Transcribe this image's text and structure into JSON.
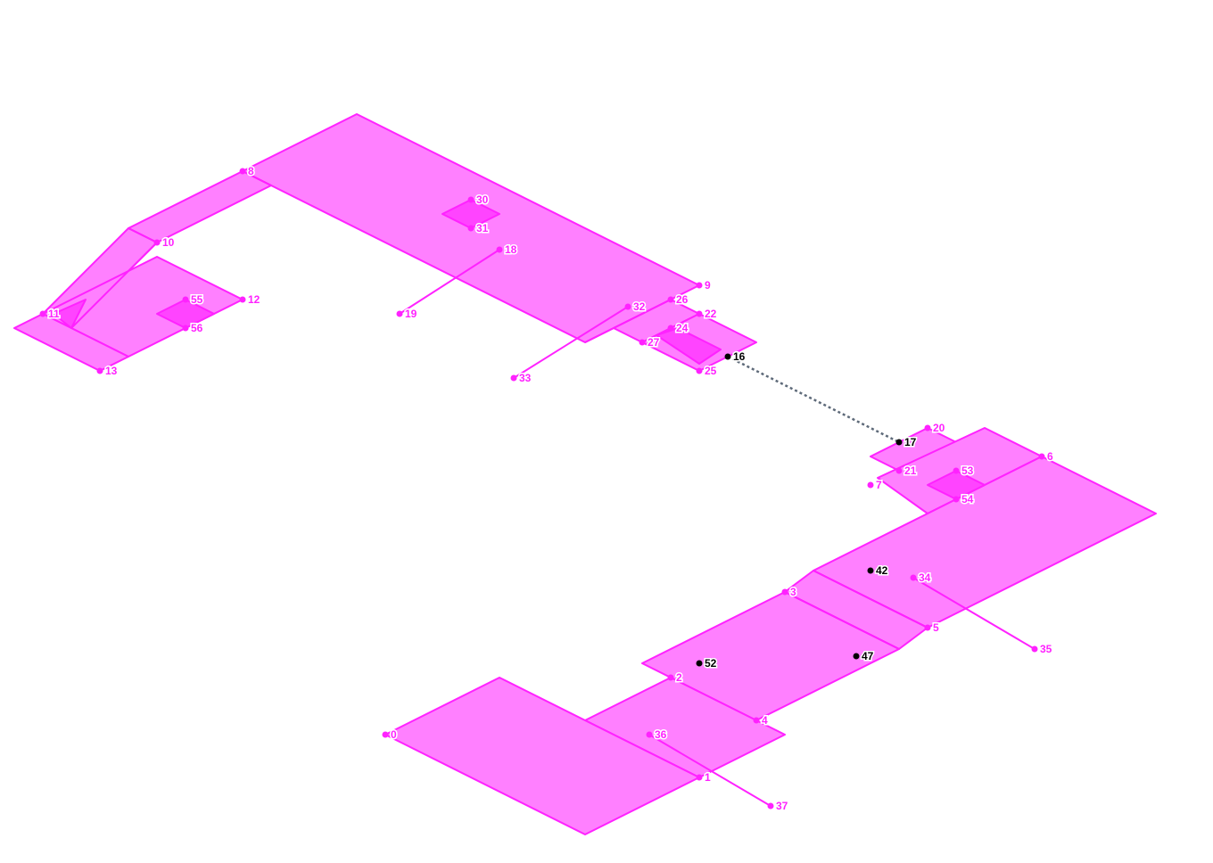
{
  "colors": {
    "region_fill": "#ff80ff",
    "region_dark_fill": "#ff44ff",
    "region_stroke": "#ff22ff",
    "node_default": "#ff22ff",
    "node_highlight": "#000000",
    "connector": "#5f6b7a"
  },
  "nodes": [
    {
      "id": "0",
      "label": "0",
      "color": "magenta"
    },
    {
      "id": "1",
      "label": "1",
      "color": "magenta"
    },
    {
      "id": "2",
      "label": "2",
      "color": "magenta"
    },
    {
      "id": "3",
      "label": "3",
      "color": "magenta"
    },
    {
      "id": "4",
      "label": "4",
      "color": "magenta"
    },
    {
      "id": "5",
      "label": "5",
      "color": "magenta"
    },
    {
      "id": "6",
      "label": "6",
      "color": "magenta"
    },
    {
      "id": "7",
      "label": "7",
      "color": "magenta"
    },
    {
      "id": "8",
      "label": "8",
      "color": "magenta"
    },
    {
      "id": "9",
      "label": "9",
      "color": "magenta"
    },
    {
      "id": "10",
      "label": "10",
      "color": "magenta"
    },
    {
      "id": "11",
      "label": "11",
      "color": "magenta"
    },
    {
      "id": "12",
      "label": "12",
      "color": "magenta"
    },
    {
      "id": "13",
      "label": "13",
      "color": "magenta"
    },
    {
      "id": "16",
      "label": "16",
      "color": "black"
    },
    {
      "id": "17",
      "label": "17",
      "color": "black"
    },
    {
      "id": "18",
      "label": "18",
      "color": "magenta"
    },
    {
      "id": "19",
      "label": "19",
      "color": "magenta"
    },
    {
      "id": "20",
      "label": "20",
      "color": "magenta"
    },
    {
      "id": "21",
      "label": "21",
      "color": "magenta"
    },
    {
      "id": "22",
      "label": "22",
      "color": "magenta"
    },
    {
      "id": "24",
      "label": "24",
      "color": "magenta"
    },
    {
      "id": "25",
      "label": "25",
      "color": "magenta"
    },
    {
      "id": "26",
      "label": "26",
      "color": "magenta"
    },
    {
      "id": "27",
      "label": "27",
      "color": "magenta"
    },
    {
      "id": "30",
      "label": "30",
      "color": "magenta"
    },
    {
      "id": "31",
      "label": "31",
      "color": "magenta"
    },
    {
      "id": "32",
      "label": "32",
      "color": "magenta"
    },
    {
      "id": "33",
      "label": "33",
      "color": "magenta"
    },
    {
      "id": "34",
      "label": "34",
      "color": "magenta"
    },
    {
      "id": "35",
      "label": "35",
      "color": "magenta"
    },
    {
      "id": "36",
      "label": "36",
      "color": "magenta"
    },
    {
      "id": "37",
      "label": "37",
      "color": "magenta"
    },
    {
      "id": "42",
      "label": "42",
      "color": "black"
    },
    {
      "id": "47",
      "label": "47",
      "color": "black"
    },
    {
      "id": "52",
      "label": "52",
      "color": "black"
    },
    {
      "id": "53",
      "label": "53",
      "color": "magenta"
    },
    {
      "id": "54",
      "label": "54",
      "color": "magenta"
    },
    {
      "id": "55",
      "label": "55",
      "color": "magenta"
    },
    {
      "id": "56",
      "label": "56",
      "color": "magenta"
    }
  ],
  "links": [
    {
      "from": "18",
      "to": "19"
    },
    {
      "from": "32",
      "to": "33"
    },
    {
      "from": "34",
      "to": "35"
    },
    {
      "from": "36",
      "to": "37"
    }
  ],
  "connectors": [
    {
      "from": "16",
      "to": "17"
    }
  ]
}
